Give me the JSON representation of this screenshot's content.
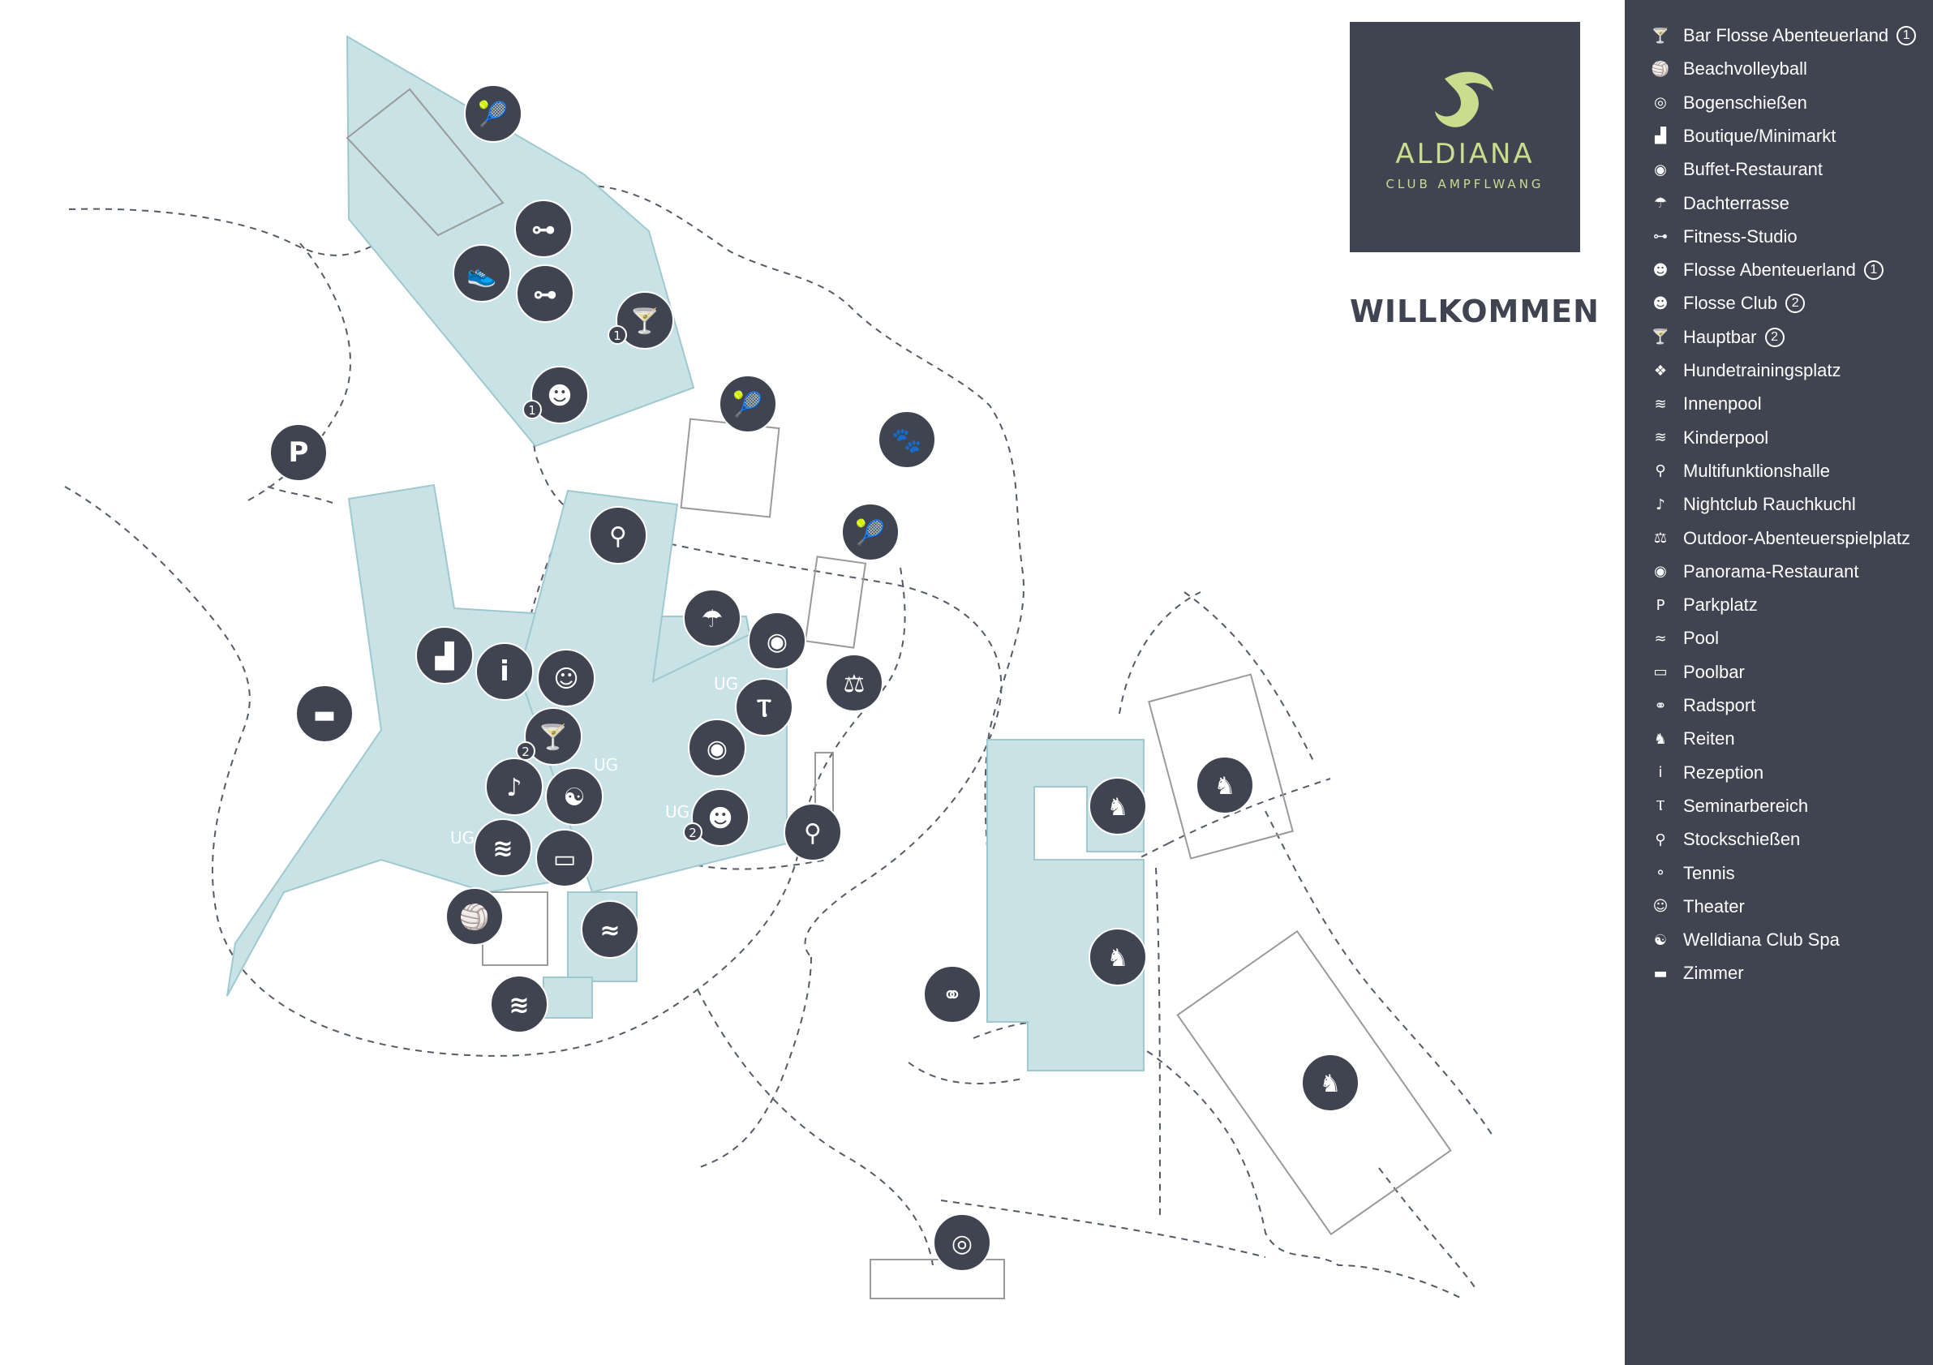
{
  "colors": {
    "dark": "#3f4450",
    "building": "#c9e2e6",
    "building_stroke": "#9fc8cf",
    "path": "#555b66",
    "court": "#9a9a9a",
    "accent": "#c9dd8f"
  },
  "logo": {
    "name": "ALDIANA",
    "subtitle": "CLUB AMPFLWANG",
    "icon": "dolphin-logo-icon"
  },
  "welcome": "WILLKOMMEN",
  "legend": [
    {
      "label": "Bar Flosse Abenteuerland",
      "num": "1",
      "icon": "cocktail-icon",
      "glyph": "🍸"
    },
    {
      "label": "Beachvolleyball",
      "icon": "beachvolleyball-icon",
      "glyph": "🏐"
    },
    {
      "label": "Bogenschießen",
      "icon": "target-icon",
      "glyph": "◎"
    },
    {
      "label": "Boutique/Minimarkt",
      "icon": "shopping-bag-icon",
      "glyph": "▟"
    },
    {
      "label": "Buffet-Restaurant",
      "icon": "plate-cutlery-icon",
      "glyph": "◉"
    },
    {
      "label": "Dachterrasse",
      "icon": "parasol-icon",
      "glyph": "☂"
    },
    {
      "label": "Fitness-Studio",
      "icon": "dumbbell-icon",
      "glyph": "⊶"
    },
    {
      "label": "Flosse Abenteuerland",
      "num": "1",
      "icon": "dolphin-mascot-icon",
      "glyph": "☻"
    },
    {
      "label": "Flosse Club",
      "num": "2",
      "icon": "dolphin-mascot-icon",
      "glyph": "☻"
    },
    {
      "label": "Hauptbar",
      "num": "2",
      "icon": "cocktail-icon",
      "glyph": "🍸"
    },
    {
      "label": "Hundetrainingsplatz",
      "icon": "paw-icon",
      "glyph": "❖"
    },
    {
      "label": "Innenpool",
      "icon": "indoor-pool-icon",
      "glyph": "≋"
    },
    {
      "label": "Kinderpool",
      "icon": "kids-pool-icon",
      "glyph": "≋"
    },
    {
      "label": "Multifunktionshalle",
      "icon": "location-pin-icon",
      "glyph": "⚲"
    },
    {
      "label": "Nightclub Rauchkuchl",
      "icon": "dj-icon",
      "glyph": "♪"
    },
    {
      "label": "Outdoor-Abenteuerspielplatz",
      "icon": "seesaw-icon",
      "glyph": "⚖"
    },
    {
      "label": "Panorama-Restaurant",
      "icon": "plate-cutlery-icon",
      "glyph": "◉"
    },
    {
      "label": "Parkplatz",
      "icon": "parking-icon",
      "glyph": "P"
    },
    {
      "label": "Pool",
      "icon": "pool-waves-icon",
      "glyph": "≈"
    },
    {
      "label": "Poolbar",
      "icon": "poolbar-icon",
      "glyph": "▭"
    },
    {
      "label": "Radsport",
      "icon": "bicycle-icon",
      "glyph": "⚭"
    },
    {
      "label": "Reiten",
      "icon": "horse-rider-icon",
      "glyph": "♞"
    },
    {
      "label": "Rezeption",
      "icon": "info-icon",
      "glyph": "i"
    },
    {
      "label": "Seminarbereich",
      "icon": "lectern-icon",
      "glyph": "Ⲧ"
    },
    {
      "label": "Stockschießen",
      "icon": "curling-icon",
      "glyph": "⚲"
    },
    {
      "label": "Tennis",
      "icon": "tennis-icon",
      "glyph": "⚬"
    },
    {
      "label": "Theater",
      "icon": "theater-masks-icon",
      "glyph": "☺"
    },
    {
      "label": "Welldiana Club Spa",
      "icon": "yin-yang-icon",
      "glyph": "☯"
    },
    {
      "label": "Zimmer",
      "icon": "bed-icon",
      "glyph": "▬"
    }
  ],
  "map_markers": [
    {
      "name": "tennis-icon",
      "glyph": "🎾"
    },
    {
      "name": "dumbbell-icon",
      "glyph": "⊶"
    },
    {
      "name": "sneaker-icon",
      "glyph": "👟"
    },
    {
      "name": "dumbbell-icon",
      "glyph": "⊶"
    },
    {
      "name": "cocktail-icon",
      "glyph": "🍸",
      "num": "1"
    },
    {
      "name": "dolphin-mascot-icon",
      "glyph": "☻",
      "num": "1"
    },
    {
      "name": "tennis-icon",
      "glyph": "🎾"
    },
    {
      "name": "paw-icon",
      "glyph": "🐾"
    },
    {
      "name": "parking-icon",
      "glyph": "P"
    },
    {
      "name": "location-pin-icon",
      "glyph": "⚲"
    },
    {
      "name": "tennis-icon",
      "glyph": "🎾"
    },
    {
      "name": "parasol-icon",
      "glyph": "☂"
    },
    {
      "name": "plate-cutlery-icon",
      "glyph": "◉"
    },
    {
      "name": "shopping-bag-icon",
      "glyph": "▟"
    },
    {
      "name": "info-icon",
      "glyph": "i"
    },
    {
      "name": "theater-masks-icon",
      "glyph": "☺"
    },
    {
      "name": "seesaw-icon",
      "glyph": "⚖"
    },
    {
      "name": "bed-icon",
      "glyph": "▬"
    },
    {
      "name": "lectern-icon",
      "glyph": "Ⲧ",
      "ug": "UG"
    },
    {
      "name": "cocktail-icon",
      "glyph": "🍸",
      "num": "2"
    },
    {
      "name": "plate-cutlery-icon",
      "glyph": "◉"
    },
    {
      "name": "dj-icon",
      "glyph": "♪"
    },
    {
      "name": "yin-yang-icon",
      "glyph": "☯",
      "ug": "UG"
    },
    {
      "name": "dolphin-mascot-icon",
      "glyph": "☻",
      "num": "2",
      "ug": "UG"
    },
    {
      "name": "curling-icon",
      "glyph": "⚲"
    },
    {
      "name": "indoor-pool-icon",
      "glyph": "≋",
      "ug": "UG"
    },
    {
      "name": "poolbar-icon",
      "glyph": "▭"
    },
    {
      "name": "beachvolleyball-icon",
      "glyph": "🏐"
    },
    {
      "name": "pool-waves-icon",
      "glyph": "≈"
    },
    {
      "name": "kids-pool-icon",
      "glyph": "≋"
    },
    {
      "name": "horse-rider-icon",
      "glyph": "♞"
    },
    {
      "name": "horse-rider-icon",
      "glyph": "♞"
    },
    {
      "name": "horse-rider-icon",
      "glyph": "♞"
    },
    {
      "name": "horse-rider-icon",
      "glyph": "♞"
    },
    {
      "name": "bicycle-icon",
      "glyph": "⚭"
    },
    {
      "name": "target-icon",
      "glyph": "◎"
    }
  ]
}
